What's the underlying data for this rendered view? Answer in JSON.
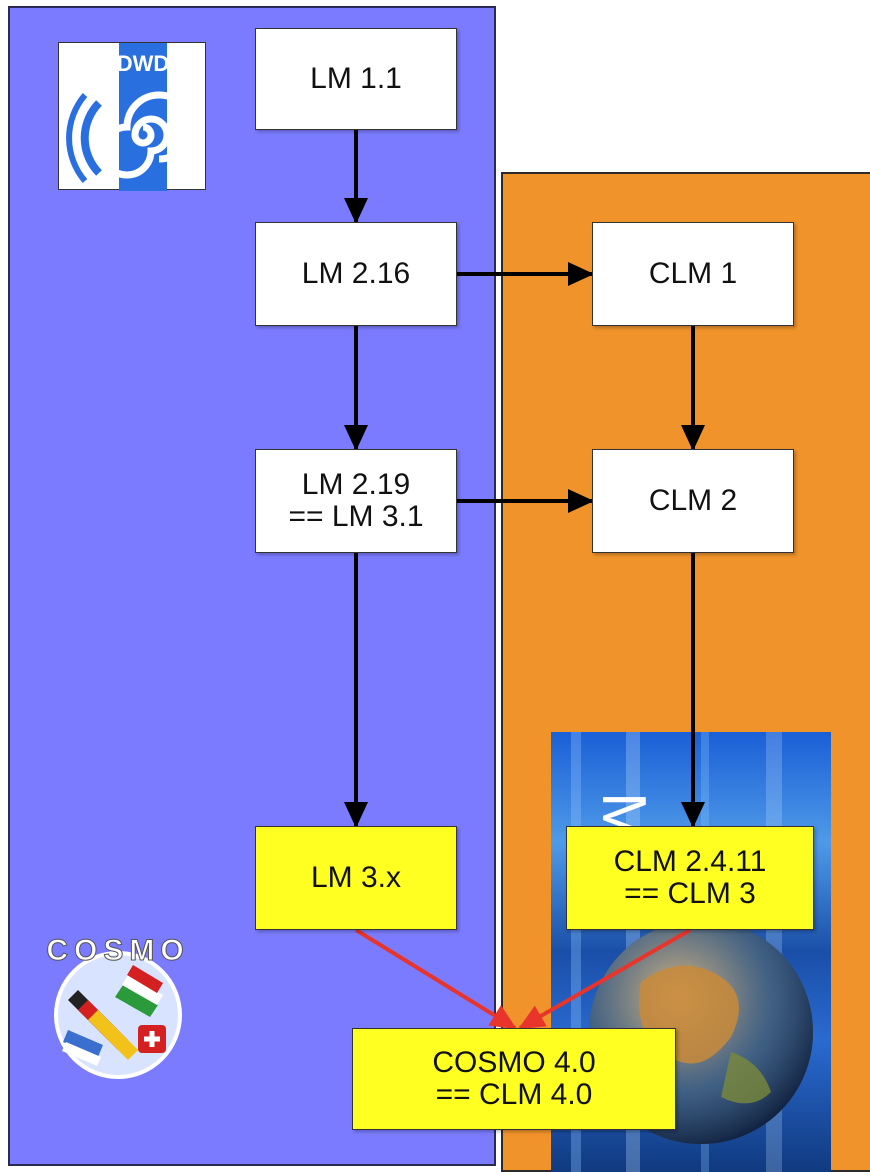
{
  "nodes": {
    "lm11": [
      "LM 1.1"
    ],
    "lm216": [
      "LM 2.16"
    ],
    "lm219": [
      "LM 2.19",
      "== LM 3.1"
    ],
    "lm3x": [
      "LM 3.x"
    ],
    "clm1": [
      "CLM 1"
    ],
    "clm2": [
      "CLM 2"
    ],
    "clm2411": [
      "CLM 2.4.11",
      "== CLM 3"
    ],
    "cosmo40": [
      "COSMO 4.0",
      "== CLM 4.0"
    ]
  },
  "logos": {
    "dwd": "DWD",
    "cosmo": "COSMO",
    "clm_mark": "M."
  },
  "colors": {
    "lm_panel": "#7b7bff",
    "clm_panel": "#f0932b",
    "highlight_box": "#ffff22",
    "arrow": "#000000",
    "merge_arrow": "#e8342a"
  }
}
